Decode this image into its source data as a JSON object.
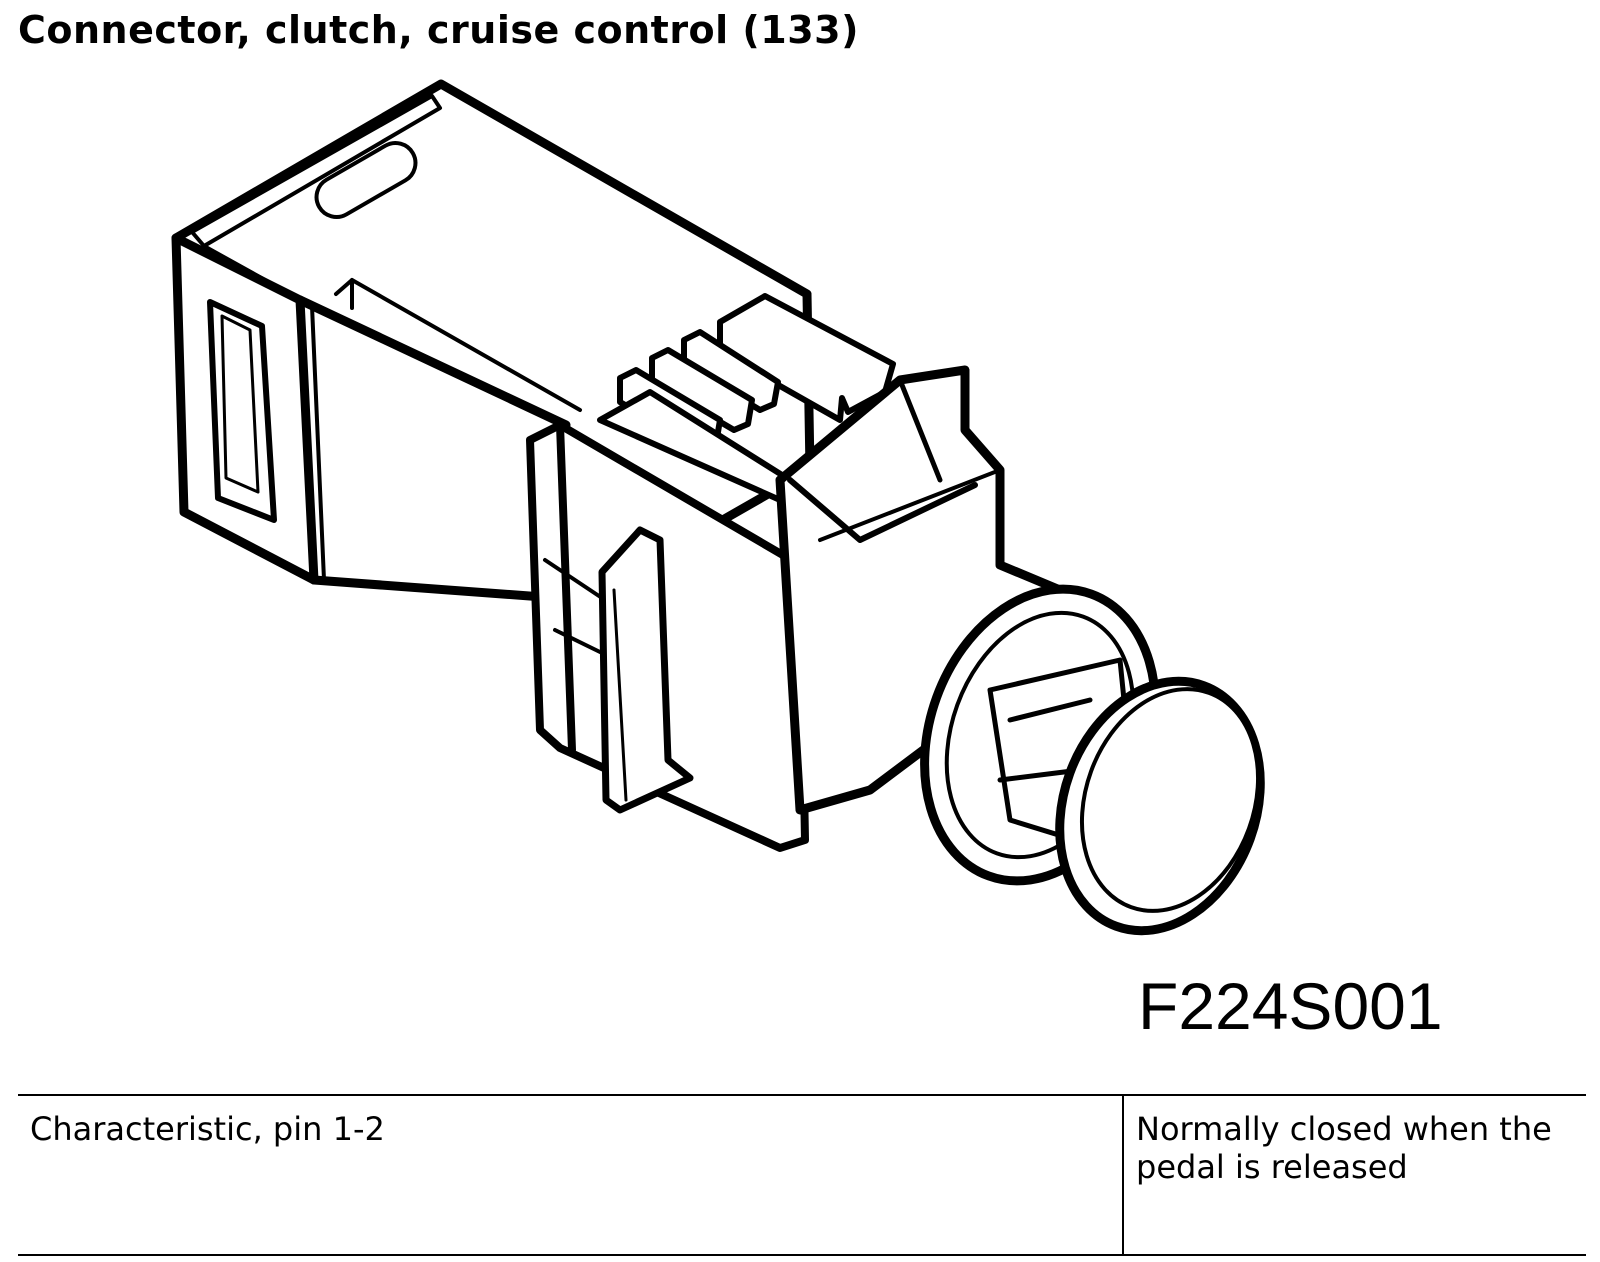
{
  "document": {
    "title": "Connector, clutch, cruise control (133)",
    "figure": {
      "code": "F224S001",
      "depicts": "switch-connector"
    },
    "spec_table": {
      "rows": [
        {
          "characteristic": "Characteristic, pin 1-2",
          "value": "Normally closed when the pedal is released"
        }
      ]
    }
  }
}
